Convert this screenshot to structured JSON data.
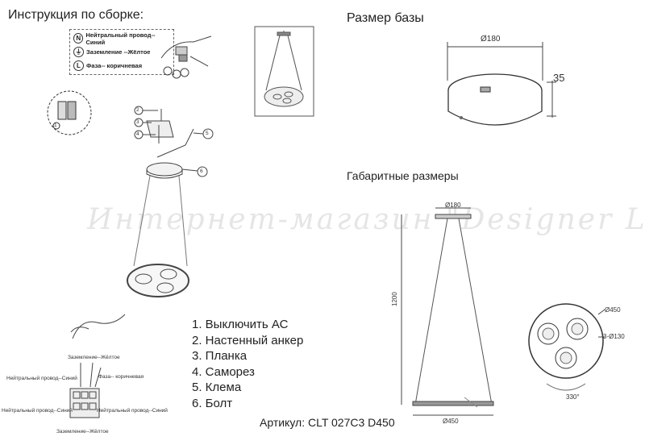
{
  "assembly": {
    "title": "Инструкция по сборке:",
    "legend": [
      {
        "symbol": "N",
        "text": "Нейтральный провод--Синий"
      },
      {
        "symbol": "⏚",
        "text": "Заземление --Жёлтое"
      },
      {
        "symbol": "L",
        "text": "Фаза-- коричневая"
      }
    ],
    "callouts": [
      "1",
      "2",
      "3",
      "4",
      "5",
      "6"
    ],
    "wiring_labels": {
      "ground_top": "Заземление--Жёлтое",
      "phase": "Фаза-- коричневая",
      "neutral": "Нейтральный провод--Синий",
      "neutral_2": "Нейтральный провод--Синий",
      "neutral_3": "Нейтральный провод--Синий",
      "ground_bottom": "Заземление--Жёлтое"
    }
  },
  "steps": [
    "1. Выключить АС",
    "2. Настенный анкер",
    "3. Планка",
    "4. Саморез",
    "5. Клема",
    "6. Болт"
  ],
  "base": {
    "title": "Размер базы",
    "diameter": "Ø180",
    "height": "35"
  },
  "dims": {
    "title": "Габаритные размеры",
    "top_diameter": "Ø180",
    "height": "1200",
    "bottom_diameter": "Ø450",
    "ring_diameter": "Ø450",
    "shade_diameter": "3-Ø130",
    "rotation": "330°"
  },
  "article": "Артикул: CLT 027C3 D450",
  "watermark": "Интернет-магазин \"Designer Light\""
}
